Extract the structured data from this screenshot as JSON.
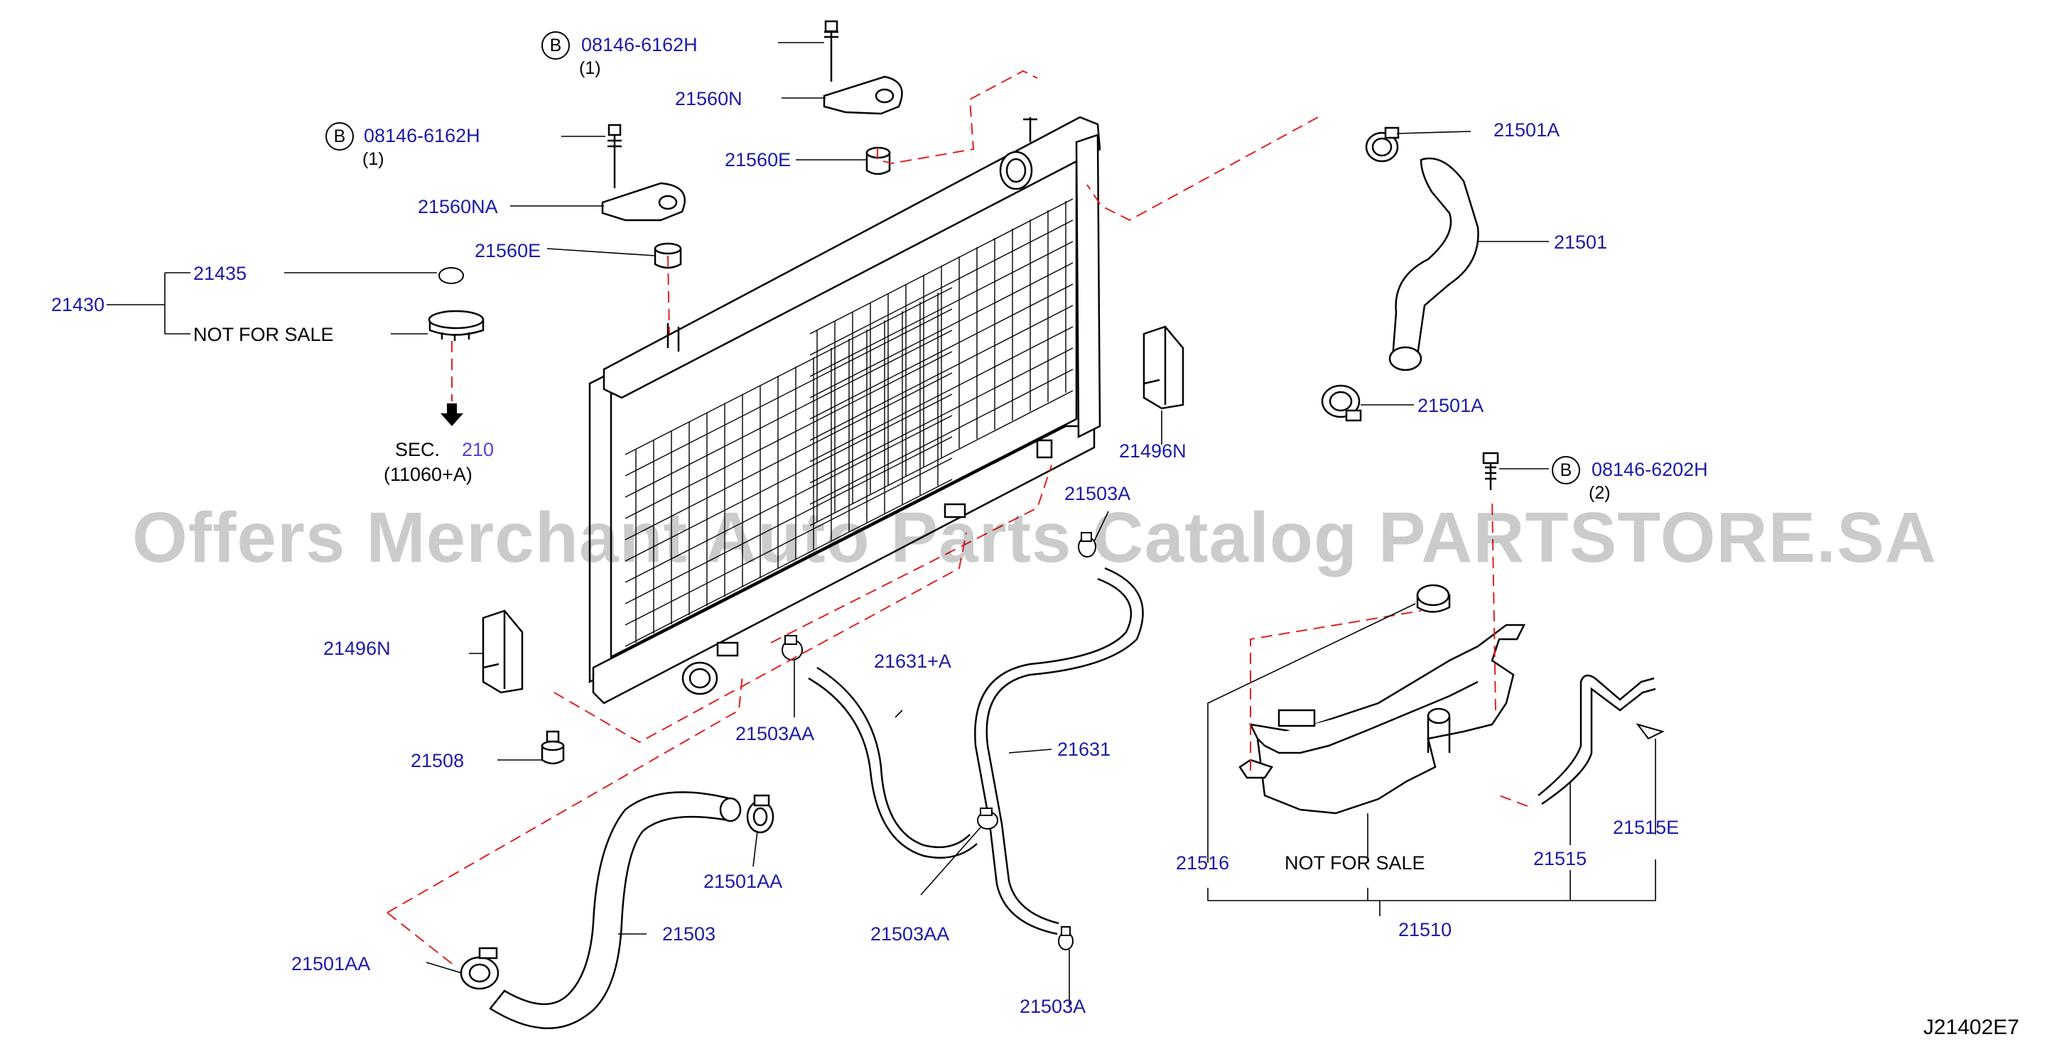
{
  "diagram": {
    "code": "J21402E7",
    "watermark": "Offers Merchant Auto Parts Catalog PARTSTORE.SA",
    "colors": {
      "label": "#1a1aa8",
      "line": "#000000",
      "leader": "#e02020"
    },
    "labels": {
      "p21430": "21430",
      "p21435": "21435",
      "not_for_sale_cap": "NOT  FOR  SALE",
      "sec_prefix": "SEC.",
      "sec_num": "210",
      "sec_sub": "(11060+A)",
      "bolt_b1": "08146-6162H",
      "bolt_b1_qty": "(1)",
      "bolt_b2": "08146-6162H",
      "bolt_b2_qty": "(1)",
      "bolt_b3": "08146-6202H",
      "bolt_b3_qty": "(2)",
      "b_letter": "B",
      "p21560N": "21560N",
      "p21560NA": "21560NA",
      "p21560E_top": "21560E",
      "p21560E_mid": "21560E",
      "p21501A_top": "21501A",
      "p21501": "21501",
      "p21501A_bot": "21501A",
      "p21496N_right": "21496N",
      "p21496N_left": "21496N",
      "p21503A_top": "21503A",
      "p21508": "21508",
      "p21503AA_a": "21503AA",
      "p21631A": "21631+A",
      "p21631": "21631",
      "p21501AA_mid": "21501AA",
      "p21503": "21503",
      "p21501AA_left": "21501AA",
      "p21503AA_b": "21503AA",
      "p21503A_bot": "21503A",
      "p21516": "21516",
      "not_for_sale_tank": "NOT  FOR  SALE",
      "p21515": "21515",
      "p21515E": "21515E",
      "p21510": "21510"
    }
  }
}
